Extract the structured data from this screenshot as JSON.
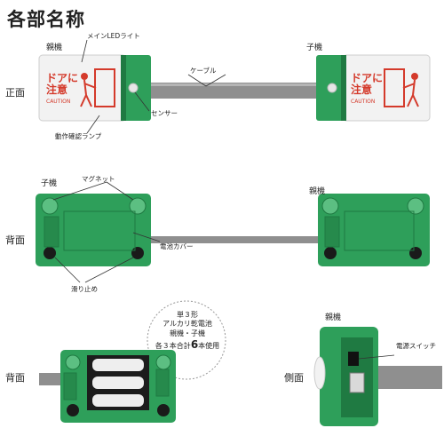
{
  "title": "各部名称",
  "rows": {
    "front": "正面",
    "back1": "背面",
    "back2": "背面",
    "side": "側面"
  },
  "labels": {
    "parent_top": "親機",
    "child_top": "子機",
    "main_led": "メインLEDライト",
    "cable": "ケーブル",
    "sensor": "センサー",
    "lamp": "動作確認ランプ",
    "child_mid": "子機",
    "magnet": "マグネット",
    "parent_mid": "親機",
    "battery_cover": "電池カバー",
    "anti_slip": "滑り止め",
    "parent_side": "親機",
    "power_switch": "電源スイッチ"
  },
  "panel": {
    "line1": "ドアに",
    "line2": "注意",
    "caution": "CAUTION"
  },
  "battery_note": {
    "line1": "単３形",
    "line2": "アルカリ乾電池",
    "line3": "親機・子機",
    "line4_pre": "各３本合計",
    "line4_num": "6",
    "line4_post": "本使用"
  },
  "colors": {
    "green": "#2e9f5a",
    "dark_green": "#1f7a42",
    "panel_red": "#d43a2b",
    "panel_white": "#f4f4f4",
    "cable_gray": "#8f8f8f"
  }
}
